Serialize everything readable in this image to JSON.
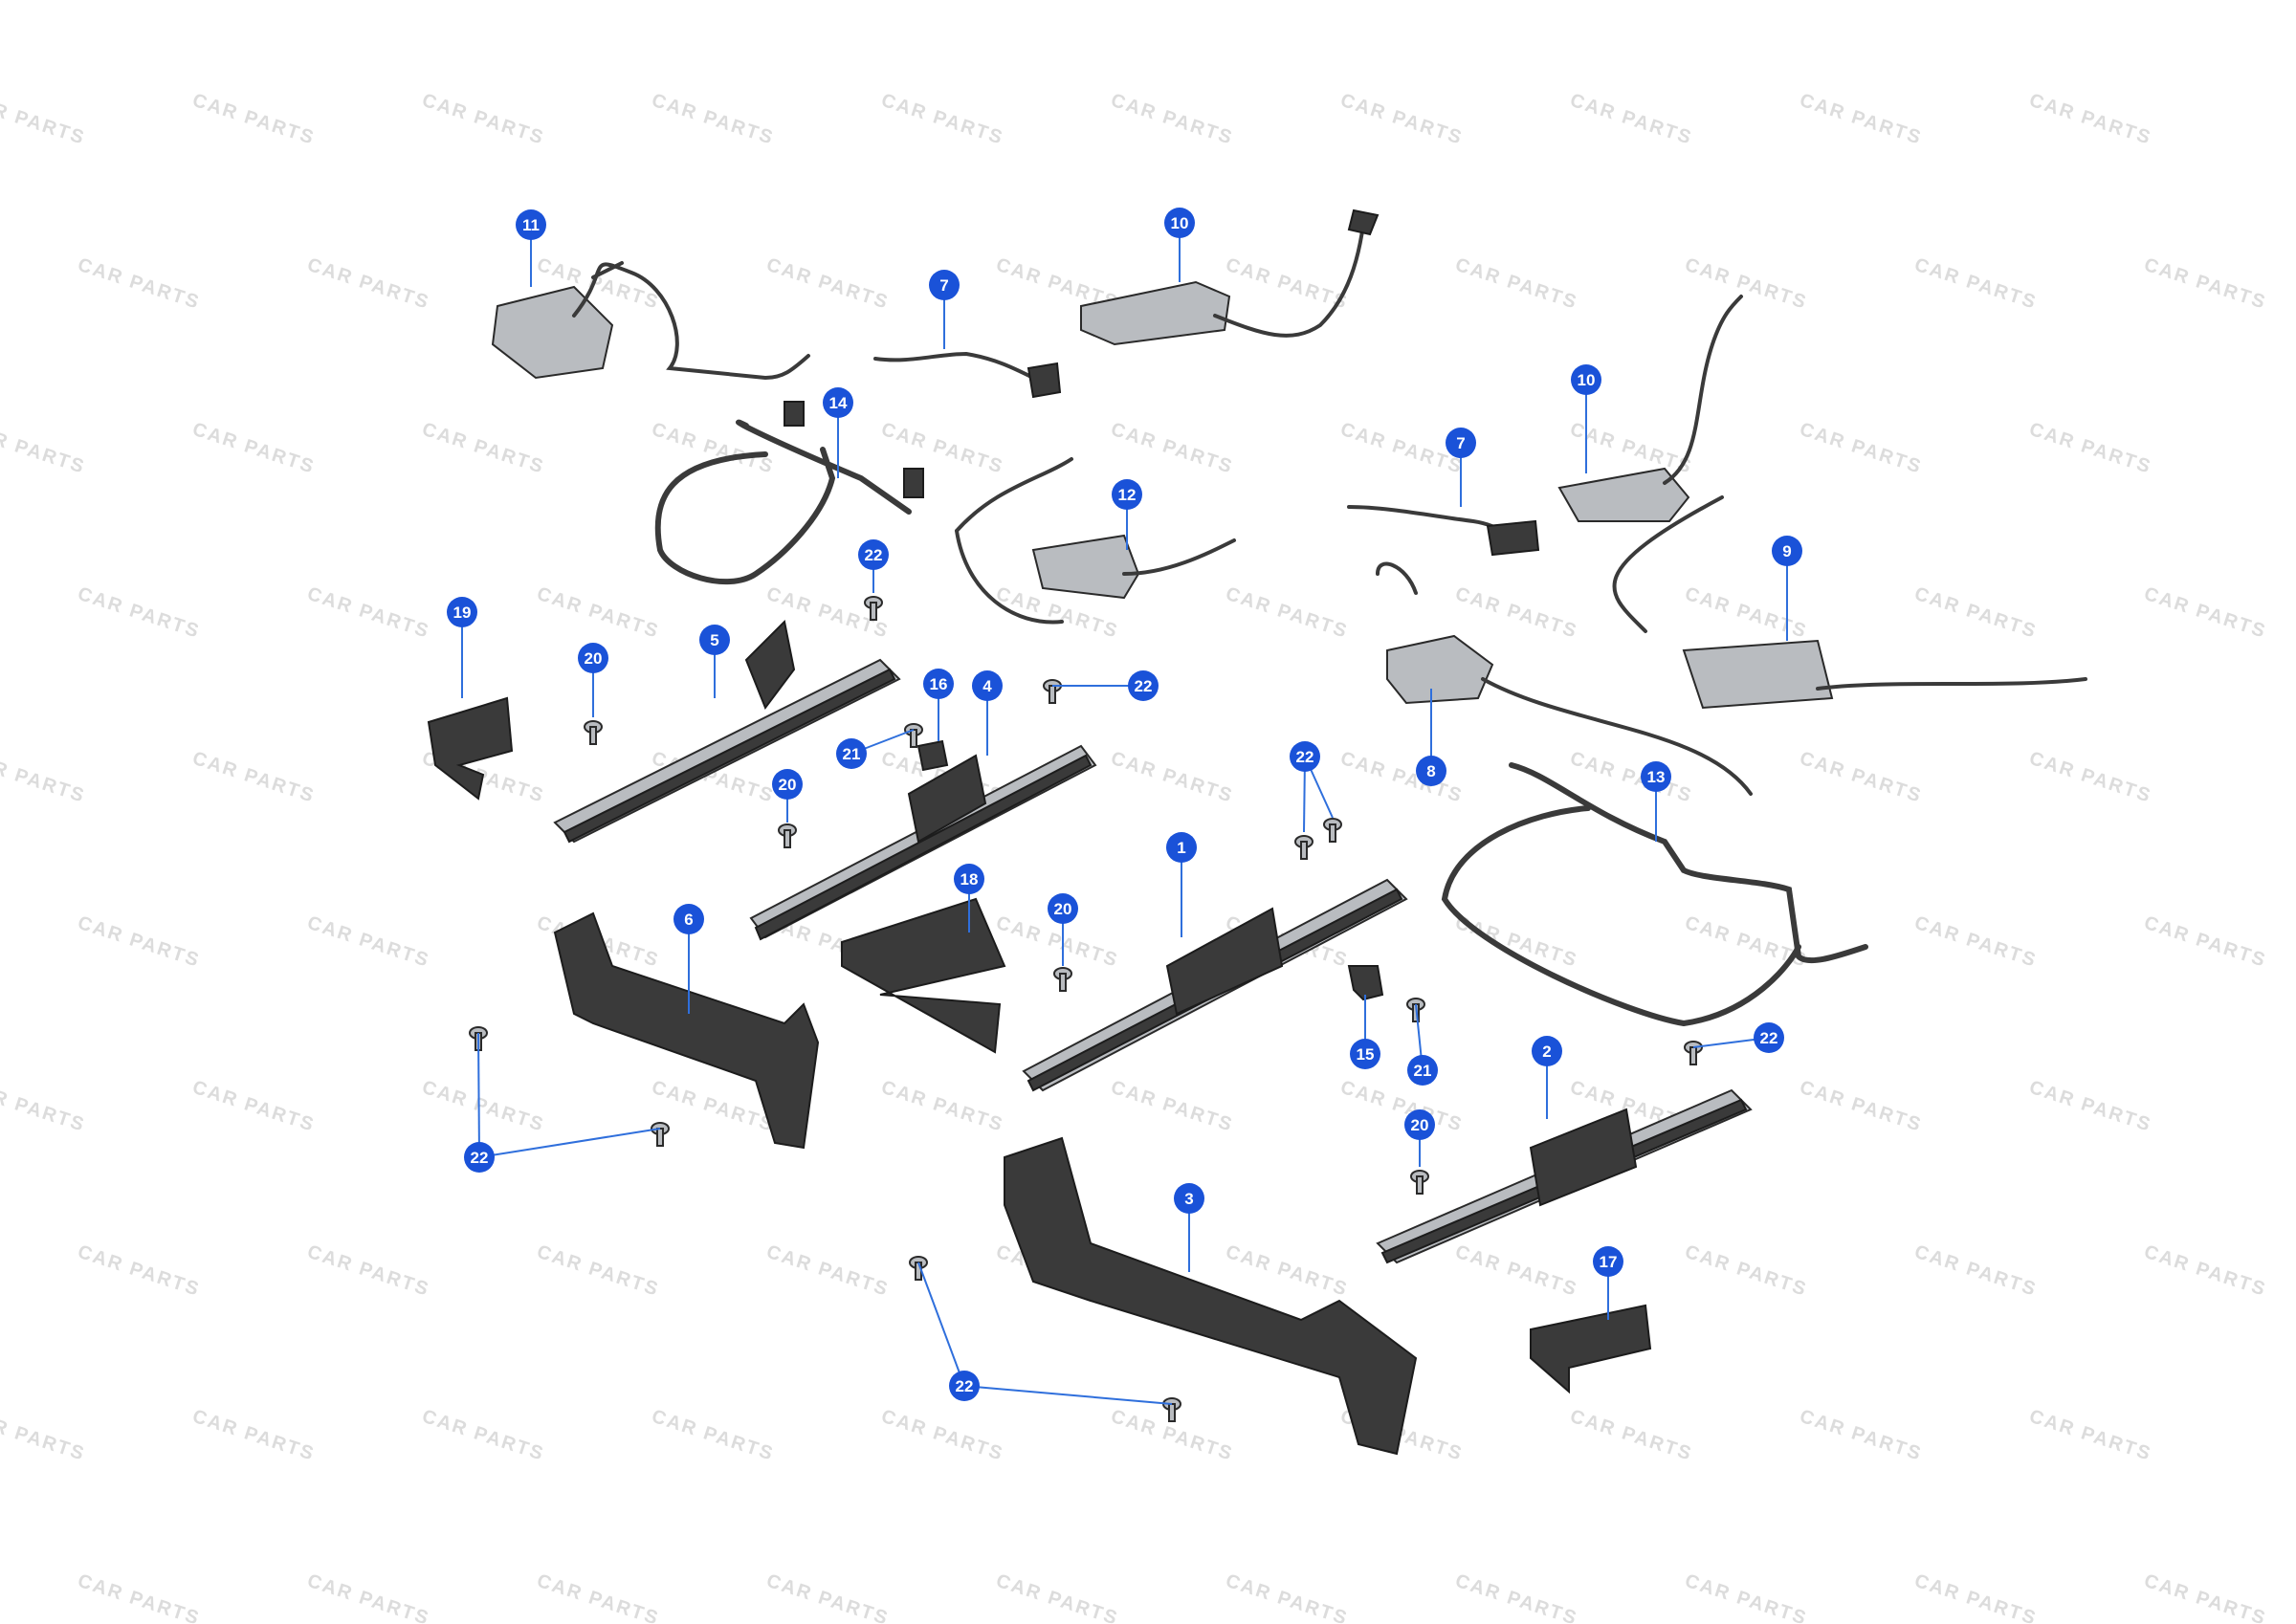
{
  "watermark": {
    "text": "CAR PARTS"
  },
  "colors": {
    "callout": "#1a52d8",
    "part": "#3a3a3a",
    "metal": "#b9bcc0"
  },
  "callouts": [
    {
      "id": "c11",
      "label": "11"
    },
    {
      "id": "c10a",
      "label": "10"
    },
    {
      "id": "c7a",
      "label": "7"
    },
    {
      "id": "c14",
      "label": "14"
    },
    {
      "id": "c12",
      "label": "12"
    },
    {
      "id": "c22a",
      "label": "22"
    },
    {
      "id": "c19",
      "label": "19"
    },
    {
      "id": "c20a",
      "label": "20"
    },
    {
      "id": "c5",
      "label": "5"
    },
    {
      "id": "c16",
      "label": "16"
    },
    {
      "id": "c4",
      "label": "4"
    },
    {
      "id": "c22b",
      "label": "22"
    },
    {
      "id": "c21a",
      "label": "21"
    },
    {
      "id": "c20b",
      "label": "20"
    },
    {
      "id": "c18",
      "label": "18"
    },
    {
      "id": "c6",
      "label": "6"
    },
    {
      "id": "c20c",
      "label": "20"
    },
    {
      "id": "c22c",
      "label": "22"
    },
    {
      "id": "c1",
      "label": "1"
    },
    {
      "id": "c10b",
      "label": "10"
    },
    {
      "id": "c7b",
      "label": "7"
    },
    {
      "id": "c9",
      "label": "9"
    },
    {
      "id": "c8",
      "label": "8"
    },
    {
      "id": "c13",
      "label": "13"
    },
    {
      "id": "c15",
      "label": "15"
    },
    {
      "id": "c21b",
      "label": "21"
    },
    {
      "id": "c22d",
      "label": "22"
    },
    {
      "id": "c2",
      "label": "2"
    },
    {
      "id": "c20d",
      "label": "20"
    },
    {
      "id": "c22e",
      "label": "22"
    },
    {
      "id": "c3",
      "label": "3"
    },
    {
      "id": "c17",
      "label": "17"
    },
    {
      "id": "c22f",
      "label": "22"
    }
  ]
}
